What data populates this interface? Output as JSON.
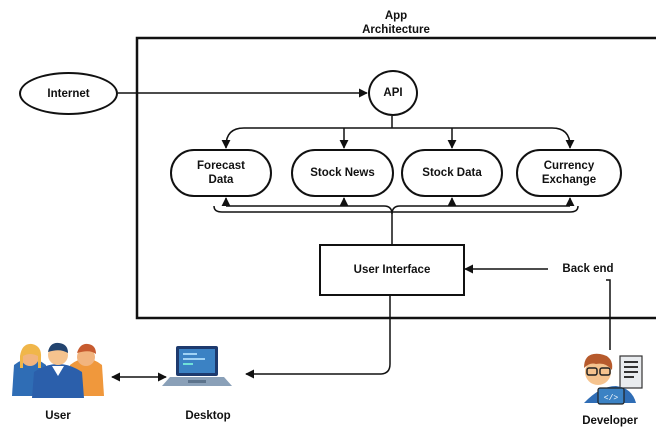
{
  "diagram": {
    "title": "App\nArchitecture",
    "nodes": {
      "internet": "Internet",
      "api": "API",
      "forecast_data": "Forecast\nData",
      "stock_news": "Stock News",
      "stock_data": "Stock Data",
      "currency_exchange": "Currency\nExchange",
      "user_interface": "User Interface",
      "back_end": "Back end"
    },
    "actors": {
      "user": "User",
      "desktop": "Desktop",
      "developer": "Developer"
    }
  }
}
